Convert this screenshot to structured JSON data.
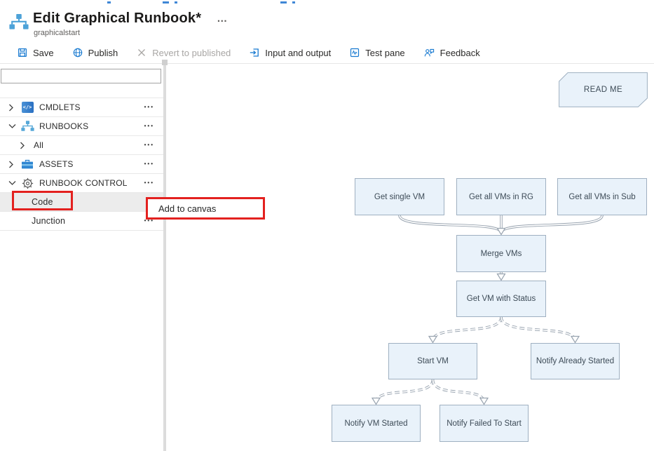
{
  "page": {
    "title": "Edit Graphical Runbook*",
    "subtitle": "graphicalstart",
    "more": "…"
  },
  "toolbar": {
    "items": [
      {
        "label": "Save",
        "disabled": false
      },
      {
        "label": "Publish",
        "disabled": false
      },
      {
        "label": "Revert to published",
        "disabled": true
      },
      {
        "label": "Input and output",
        "disabled": false
      },
      {
        "label": "Test pane",
        "disabled": false
      },
      {
        "label": "Feedback",
        "disabled": false
      }
    ]
  },
  "sidebar": {
    "search_value": "",
    "ellipsis": "•••",
    "items": [
      {
        "label": "CMDLETS",
        "icon": "cmdlets-icon",
        "expanded": false
      },
      {
        "label": "RUNBOOKS",
        "icon": "runbooks-icon",
        "expanded": true
      },
      {
        "label": "All",
        "icon": null,
        "expanded": false
      },
      {
        "label": "ASSETS",
        "icon": "toolbox-icon",
        "expanded": false
      },
      {
        "label": "RUNBOOK CONTROL",
        "icon": "gear-icon",
        "expanded": true
      },
      {
        "label": "Code",
        "selected": true
      },
      {
        "label": "Junction"
      }
    ]
  },
  "context_menu": {
    "items": [
      {
        "label": "Add to canvas"
      }
    ]
  },
  "canvas": {
    "note": {
      "label": "READ ME"
    },
    "nodes": [
      {
        "id": "get_single_vm",
        "label": "Get single VM"
      },
      {
        "id": "get_all_vms_rg",
        "label": "Get all VMs in RG"
      },
      {
        "id": "get_all_vms_sub",
        "label": "Get all VMs in Sub"
      },
      {
        "id": "merge_vms",
        "label": "Merge VMs"
      },
      {
        "id": "get_vm_with_status",
        "label": "Get VM with Status"
      },
      {
        "id": "start_vm",
        "label": "Start VM"
      },
      {
        "id": "notify_already_started",
        "label": "Notify Already Started"
      },
      {
        "id": "notify_vm_started",
        "label": "Notify VM Started"
      },
      {
        "id": "notify_failed_to_start",
        "label": "Notify Failed To Start"
      }
    ],
    "links": [
      {
        "from": "get_single_vm",
        "to": "merge_vms",
        "style": "solid",
        "arrow": false
      },
      {
        "from": "get_all_vms_sub",
        "to": "merge_vms",
        "style": "solid",
        "arrow": false
      },
      {
        "from": "get_all_vms_rg",
        "to": "merge_vms",
        "style": "solid",
        "arrow": true
      },
      {
        "from": "merge_vms",
        "to": "get_vm_with_status",
        "style": "solid",
        "arrow": true
      },
      {
        "from": "get_vm_with_status",
        "to": "start_vm",
        "style": "dashed",
        "arrow": true
      },
      {
        "from": "get_vm_with_status",
        "to": "notify_already_started",
        "style": "dashed",
        "arrow": true
      },
      {
        "from": "start_vm",
        "to": "notify_vm_started",
        "style": "dashed",
        "arrow": true
      },
      {
        "from": "start_vm",
        "to": "notify_failed_to_start",
        "style": "dashed",
        "arrow": true
      }
    ]
  },
  "colors": {
    "accent_blue": "#1779d0",
    "light_blue_icon": "#56a8d8",
    "node_fill": "#e9f2fa",
    "node_border": "#9fb0c1",
    "connector": "#99a4b0",
    "annotation_red": "#e3211f",
    "selected_row_bg": "#ececec"
  }
}
